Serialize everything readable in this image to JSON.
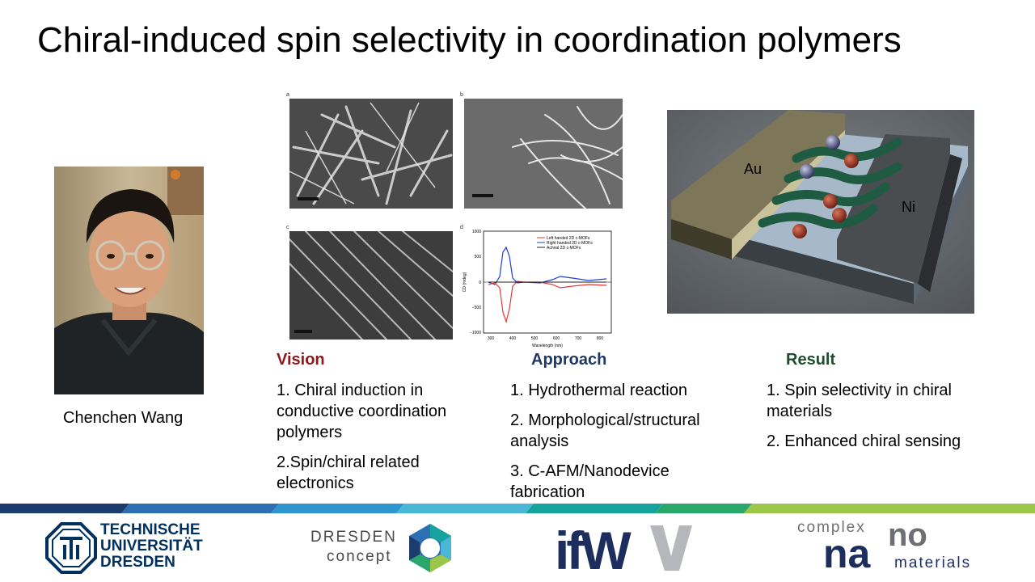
{
  "slide": {
    "title": "Chiral-induced spin selectivity in coordination polymers",
    "person_name": "Chenchen Wang"
  },
  "figure_panels": {
    "a": "a",
    "b": "b",
    "c": "c",
    "d": "d"
  },
  "cd_plot": {
    "legend": [
      "Left handed 2D c-MOFs",
      "Right handed 2D c-MOFs",
      "Achiral 2D c-MOFs"
    ],
    "xlabel": "Wavelength (nm)",
    "ylabel": "CD (mdeg)",
    "xticks": [
      "300",
      "400",
      "500",
      "600",
      "700",
      "800"
    ],
    "yticks": [
      "1000",
      "500",
      "0",
      "−500",
      "−1000"
    ],
    "colors": {
      "left": "#e53935",
      "right": "#1e3fd6",
      "achiral": "#222222"
    }
  },
  "device": {
    "label_left": "Au",
    "label_right": "Ni"
  },
  "columns": {
    "vision": {
      "title": "Vision",
      "color": "#8b1a1a",
      "items": [
        "1. Chiral induction in conductive coordination polymers",
        "2.Spin/chiral related electronics"
      ]
    },
    "approach": {
      "title": "Approach",
      "color": "#1f3864",
      "items": [
        "1. Hydrothermal reaction",
        "2. Morphological/structural analysis",
        "3. C-AFM/Nanodevice fabrication"
      ]
    },
    "result": {
      "title": "Result",
      "color": "#1e4d2b",
      "items": [
        "1. Spin selectivity in chiral materials",
        "2. Enhanced chiral sensing"
      ]
    }
  },
  "logos": {
    "tud": {
      "line1": "TECHNISCHE",
      "line2": "UNIVERSITÄT",
      "line3": "DRESDEN",
      "color": "#00305d"
    },
    "dresden_concept": {
      "line1": "DRESDEN",
      "line2": "concept"
    },
    "ifw": {
      "text": "ifW"
    },
    "complex_nano": {
      "top": "complex",
      "na": "na",
      "no": "no",
      "bottom": "materials"
    }
  }
}
